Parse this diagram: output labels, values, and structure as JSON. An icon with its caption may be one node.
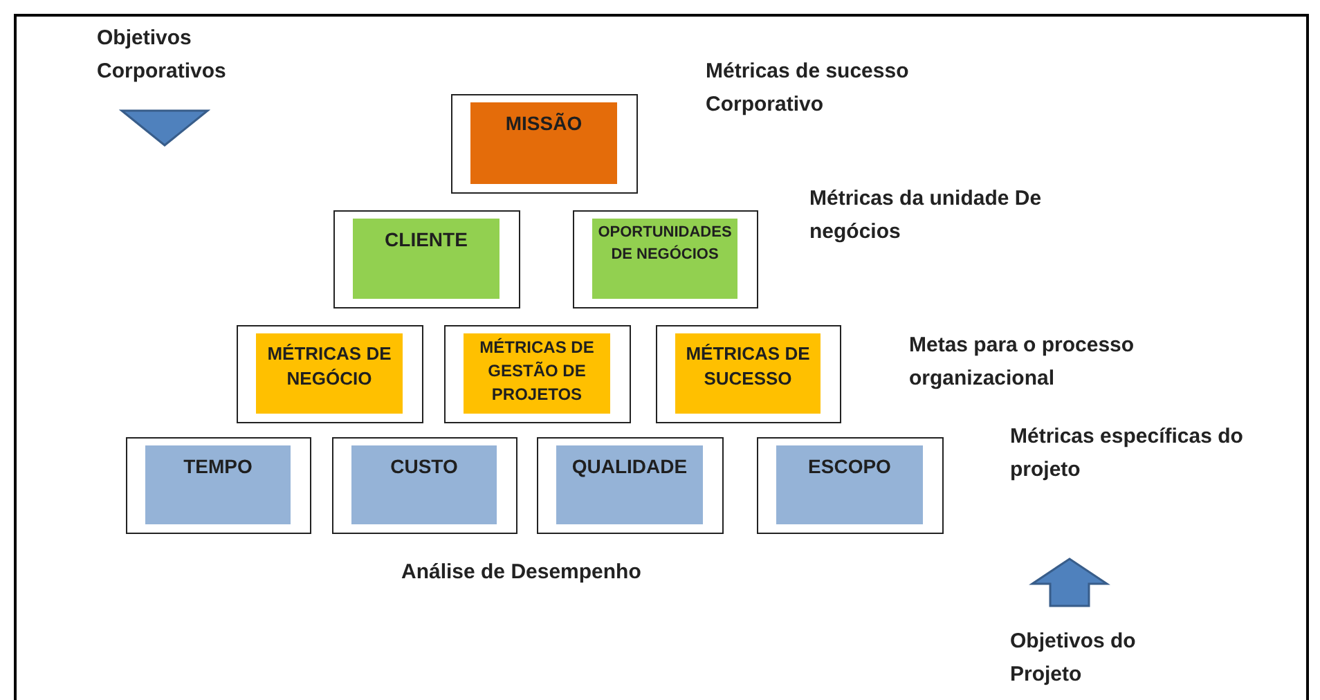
{
  "diagram": {
    "nodes": [
      {
        "text": [
          "MISSÃO"
        ]
      },
      {
        "text": [
          "CLIENTE"
        ]
      },
      {
        "text": [
          "OPORTUNIDADES DE NEGÓCIOS"
        ]
      },
      {
        "text": [
          "MÉTRICAS DE NEGÓCIO"
        ]
      },
      {
        "text": [
          "MÉTRICAS DE GESTÃO DE PROJETOS"
        ]
      },
      {
        "text": [
          "MÉTRICAS DE SUCESSO"
        ]
      },
      {
        "text": [
          "TEMPO"
        ]
      },
      {
        "text": [
          "CUSTO"
        ]
      },
      {
        "text": [
          "QUALIDADE"
        ]
      },
      {
        "text": [
          "ESCOPO"
        ]
      }
    ],
    "edges": [],
    "labels": [
      "Objetivos Corporativos",
      "Métricas de sucesso Corporativo",
      "Métricas da unidade De negócios",
      "Metas para o processo organizacional",
      "Métricas específicas do projeto",
      "Análise de Desempenho",
      "Objetivos do Projeto"
    ]
  }
}
